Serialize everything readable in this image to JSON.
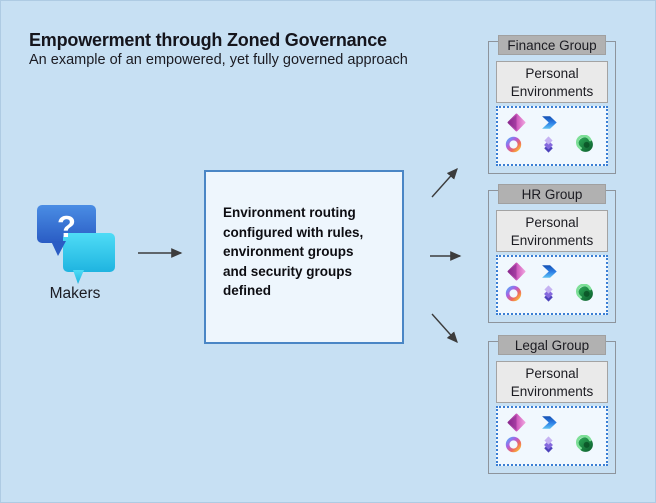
{
  "header": {
    "title": "Empowerment through Zoned Governance",
    "subtitle": "An example of an empowered, yet fully governed approach"
  },
  "makers": {
    "label": "Makers",
    "bubble_glyph": "?"
  },
  "center_box": {
    "text": "Environment routing configured with rules, environment groups and security groups defined"
  },
  "groups": [
    {
      "name": "Finance Group",
      "env_label": "Personal Environments",
      "icons": [
        "power-apps",
        "power-automate",
        "copilot",
        "power-pages",
        "dataverse"
      ]
    },
    {
      "name": "HR Group",
      "env_label": "Personal Environments",
      "icons": [
        "power-apps",
        "power-automate",
        "copilot",
        "power-pages",
        "dataverse"
      ]
    },
    {
      "name": "Legal Group",
      "env_label": "Personal Environments",
      "icons": [
        "power-apps",
        "power-automate",
        "copilot",
        "power-pages",
        "dataverse"
      ]
    }
  ],
  "colors": {
    "background": "#c7e0f3",
    "center_box_fill": "#eef6fd",
    "center_box_border": "#4a86c5",
    "group_frame_border": "#8d949c",
    "group_label_bg": "#b1b1b1",
    "env_box_bg": "#eaeaea",
    "dotted_border": "#3b7fd4",
    "arrow": "#3c3c3c",
    "bubble_blue": "#2f66c9",
    "bubble_cyan": "#35cdec"
  }
}
